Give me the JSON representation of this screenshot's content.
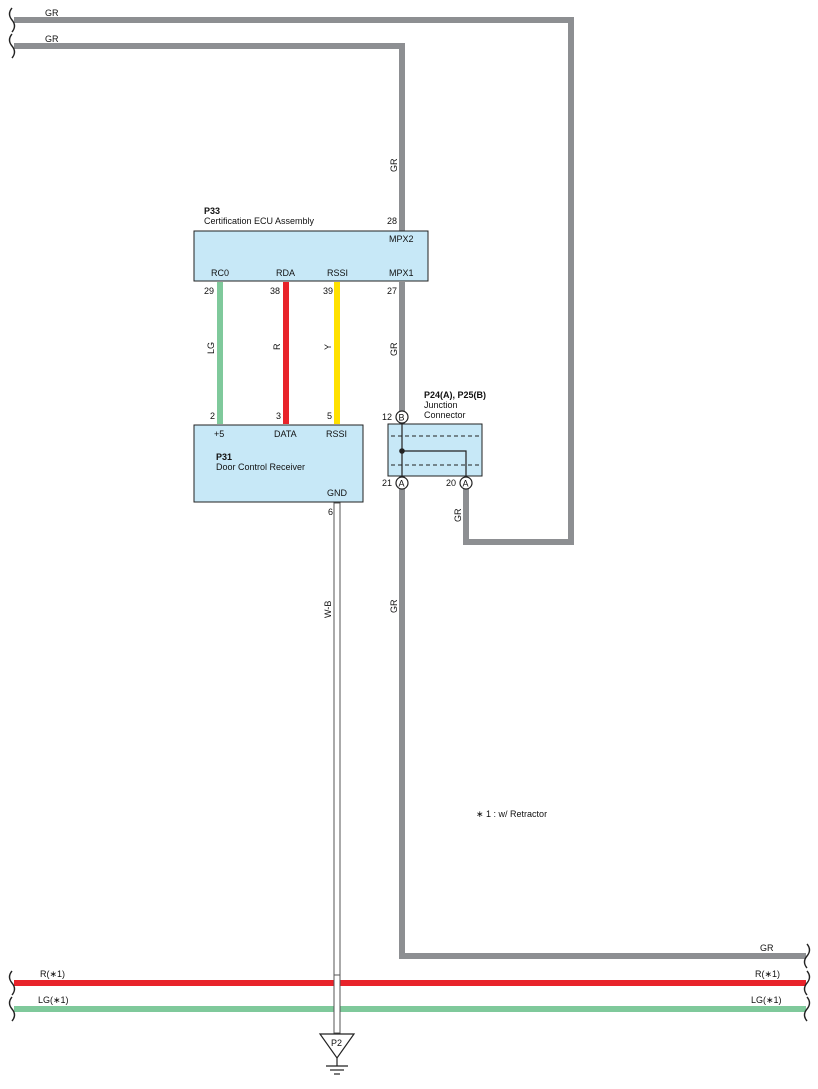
{
  "colors": {
    "GR": "#8d8f92",
    "R": "#e8232a",
    "LG": "#7fc99b",
    "Y": "#ffe100",
    "W-B": "#ffffff",
    "component_fill": "#c7e8f7",
    "component_stroke": "#222222"
  },
  "top_wires": {
    "wire1_label": "GR",
    "wire2_label": "GR"
  },
  "ecu": {
    "code": "P33",
    "name": "Certification ECU Assembly",
    "top_pin": "28",
    "top_pin_name": "MPX2",
    "pins": [
      {
        "name": "RC0",
        "num": "29",
        "wire": "LG"
      },
      {
        "name": "RDA",
        "num": "38",
        "wire": "R"
      },
      {
        "name": "RSSI",
        "num": "39",
        "wire": "Y"
      },
      {
        "name": "MPX1",
        "num": "27",
        "wire": "GR"
      }
    ],
    "mpx2_wire": "GR"
  },
  "receiver": {
    "code": "P31",
    "name": "Door Control Receiver",
    "pins": [
      {
        "name": "+5",
        "num": "2"
      },
      {
        "name": "DATA",
        "num": "3"
      },
      {
        "name": "RSSI",
        "num": "5"
      }
    ],
    "gnd_name": "GND",
    "gnd_num": "6",
    "gnd_wire": "W-B"
  },
  "junction": {
    "code": "P24(A), P25(B)",
    "name_line1": "Junction",
    "name_line2": "Connector",
    "pin_top_num": "12",
    "pin_top_letter": "B",
    "pin_bl_num": "21",
    "pin_bl_letter": "A",
    "pin_br_num": "20",
    "pin_br_letter": "A",
    "wire_right": "GR",
    "wire_down": "GR"
  },
  "ground": {
    "code": "P2"
  },
  "note": "∗ 1 : w/ Retractor",
  "bottom_wires": {
    "gr_label": "GR",
    "r_label": "R(∗1)",
    "lg_label": "LG(∗1)"
  }
}
